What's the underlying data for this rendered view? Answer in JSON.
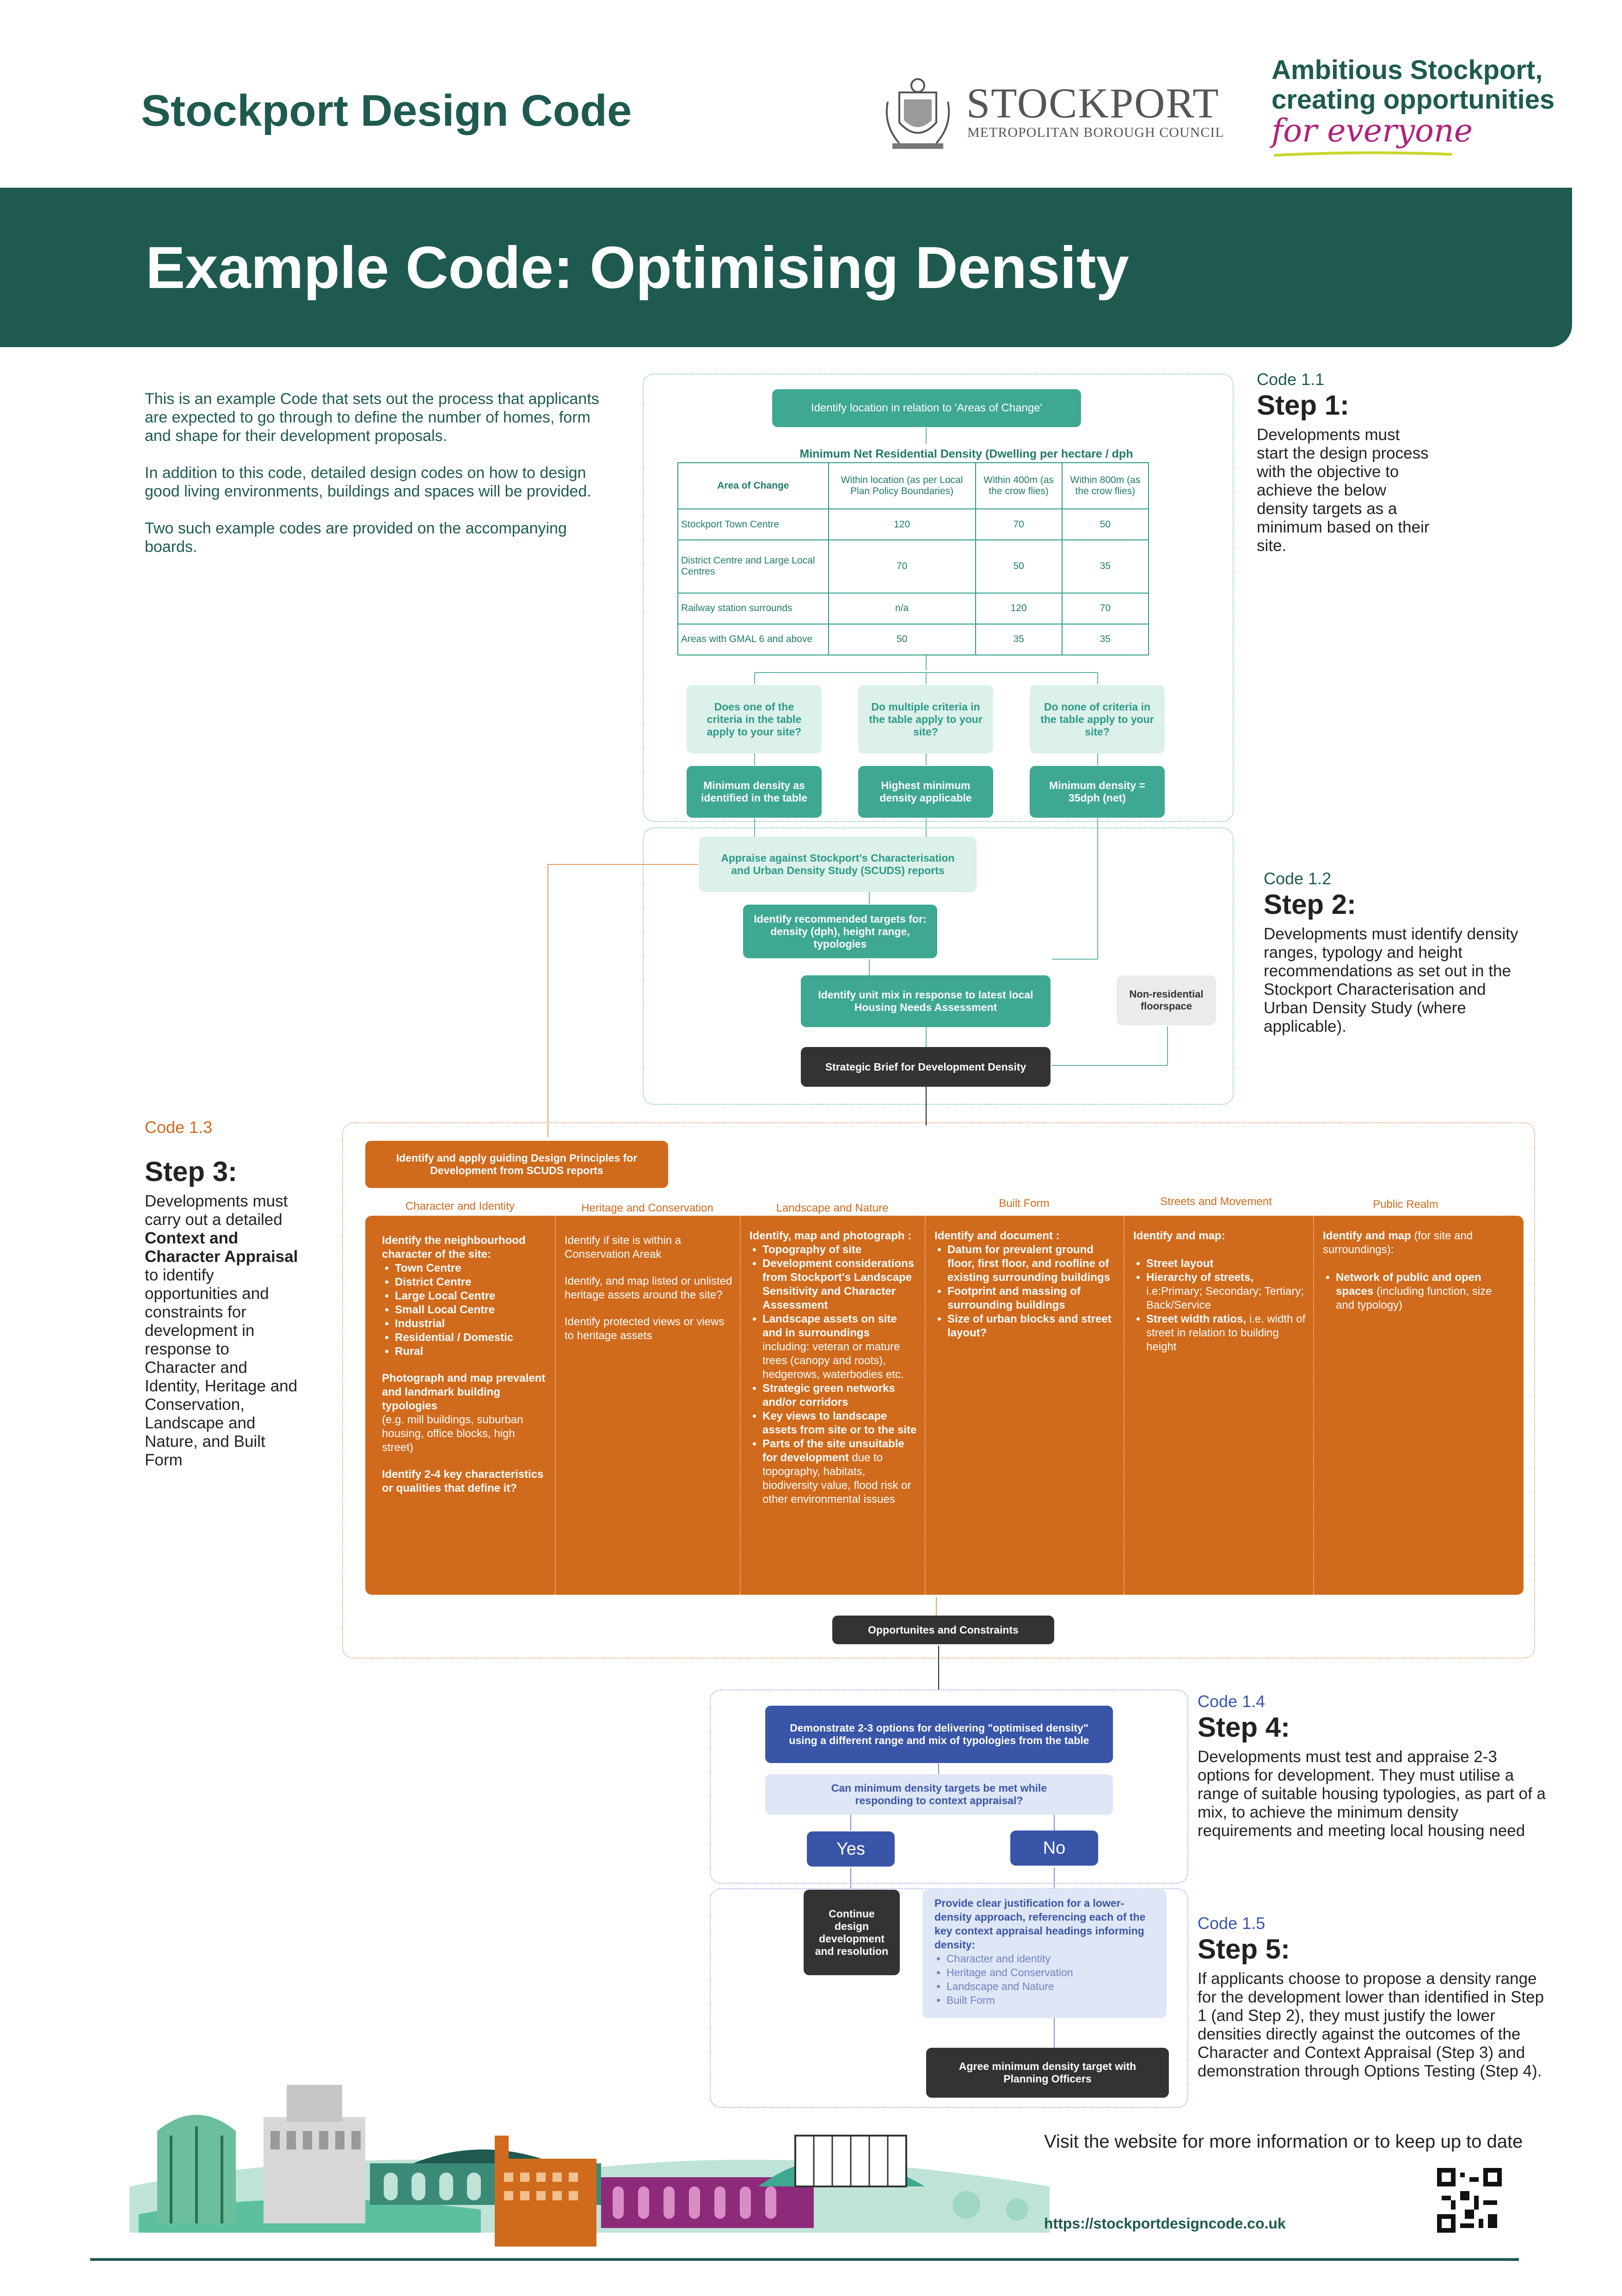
{
  "header": {
    "title": "Stockport Design Code",
    "council_name": "STOCKPORT",
    "council_sub": "METROPOLITAN BOROUGH COUNCIL",
    "slogan_line1": "Ambitious Stockport,",
    "slogan_line2": "creating opportunities",
    "slogan_line3": "for everyone"
  },
  "banner": {
    "title": "Example Code: Optimising Density"
  },
  "intro": {
    "p1": "This is an example Code that sets out the process that applicants are expected to go through to define the number of homes, form and shape for their development proposals.",
    "p2": "In addition to this code, detailed design codes on how to design good living environments, buildings and spaces will be provided.",
    "p3": "Two such example codes are provided on the accompanying boards."
  },
  "steps": {
    "s1": {
      "code": "Code 1.1",
      "title": "Step 1:",
      "body": "Developments must start the design process with the objective to achieve the below density targets as a minimum based on their site."
    },
    "s2": {
      "code": "Code 1.2",
      "title": "Step 2:",
      "body": "Developments must identify density ranges, typology and height recommendations as set out in the Stockport Characterisation and Urban Density Study (where applicable)."
    },
    "s3": {
      "code": "Code 1.3",
      "title": "Step 3:",
      "body_pre": "Developments must carry out a detailed ",
      "body_bold": "Context and Character Appraisal",
      "body_post": " to identify opportunities and constraints for development in response to Character and Identity, Heritage and Conservation, Landscape and Nature, and Built Form"
    },
    "s4": {
      "code": "Code 1.4",
      "title": "Step 4:",
      "body": "Developments must test and appraise 2-3 options for development. They must utilise a range of suitable housing typologies, as part of a mix, to achieve the minimum density requirements and meeting local housing need"
    },
    "s5": {
      "code": "Code 1.5",
      "title": "Step 5:",
      "body": "If applicants choose to propose a density range for the development lower than identified in Step 1 (and Step 2), they must justify the lower densities directly against the outcomes of the Character and Context Appraisal (Step 3) and demonstration through Options Testing (Step 4)."
    }
  },
  "flow1": {
    "identify": "Identify location in relation to 'Areas of Change'",
    "table_title": "Minimum Net Residential Density (Dwelling per hectare / dph",
    "table_headers": [
      "Area of Change",
      "Within location (as per Local Plan Policy Boundaries)",
      "Within 400m (as the crow flies)",
      "Within 800m (as the crow flies)"
    ],
    "table_rows": [
      [
        "Stockport Town Centre",
        "120",
        "70",
        "50"
      ],
      [
        "District Centre and Large Local Centres",
        "70",
        "50",
        "35"
      ],
      [
        "Railway station surrounds",
        "n/a",
        "120",
        "70"
      ],
      [
        "Areas with GMAL 6 and above",
        "50",
        "35",
        "35"
      ]
    ],
    "q1": "Does one of the criteria in the table apply to your site?",
    "q2": "Do multiple criteria in the table apply to your site?",
    "q3": "Do none of criteria in the table apply to your site?",
    "a1": "Minimum density as identified in the table",
    "a2": "Highest minimum density applicable",
    "a3": "Minimum density = 35dph (net)"
  },
  "flow2": {
    "appraise": "Appraise against Stockport's Characterisation and Urban Density Study (SCUDS) reports",
    "targets": "Identify recommended targets for: density (dph), height range, typologies",
    "unitmix": "Identify unit mix in response to latest local Housing Needs Assessment",
    "nonres": "Non-residential floorspace",
    "brief": "Strategic Brief for Development Density"
  },
  "flow3": {
    "principles": "Identify and apply guiding Design Principles for Development from SCUDS reports",
    "headers": [
      "Character and Identity",
      "Heritage and Conservation",
      "Landscape and Nature",
      "Built Form",
      "Streets and Movement",
      "Public Realm"
    ],
    "c1_intro": "Identify the neighbourhood character of the site:",
    "c1_items": [
      "Town Centre",
      "District Centre",
      "Large Local Centre",
      "Small Local Centre",
      "Industrial",
      "Residential / Domestic",
      "Rural"
    ],
    "c1_p2": "Photograph and map prevalent and landmark building typologies",
    "c1_p2_note": "(e.g. mill buildings, suburban housing, office blocks, high street)",
    "c1_p3": "Identify 2-4 key characteristics or qualities that define it?",
    "c2_p1": "Identify if site is within a Conservation Areak",
    "c2_p2": "Identify, and map listed or unlisted heritage assets around the site?",
    "c2_p3": "Identify protected views or views to heritage assets",
    "c3_intro": "Identify, map and photograph :",
    "c3_i1": "Topography of site",
    "c3_i2": "Development considerations from Stockport's Landscape Sensitivity and Character Assessment",
    "c3_i3": "Landscape assets on site and in surroundings",
    "c3_i3_note": "including: veteran or mature trees (canopy and roots), hedgerows, waterbodies etc.",
    "c3_i4": "Strategic green networks and/or corridors",
    "c3_i5": "Key views to landscape assets from site or to the site",
    "c3_i6": "Parts of the site unsuitable for development",
    "c3_i6_note": "due to topography, habitats, biodiversity value, flood risk or other environmental issues",
    "c4_intro": "Identify and document :",
    "c4_items": [
      "Datum for prevalent ground floor, first floor, and roofline of existing surrounding buildings",
      "Footprint and massing of surrounding buildings",
      "Size of urban blocks and street layout?"
    ],
    "c5_intro": "Identify and map:",
    "c5_i1": "Street layout",
    "c5_i2": "Hierarchy of streets,",
    "c5_i2_note": "i.e:Primary; Secondary; Tertiary; Back/Service",
    "c5_i3": "Street width ratios,",
    "c5_i3_note": "i.e. width of street in relation to building height",
    "c6_intro": "Identify and map",
    "c6_intro_note": "(for site and surroundings):",
    "c6_i1": "Network of public and open spaces",
    "c6_i1_note": "(including function, size and typology)",
    "opps": "Opportunites and Constraints"
  },
  "flow4": {
    "demo": "Demonstrate 2-3 options for delivering \"optimised density\" using a different range and mix of typologies from the table",
    "question": "Can minimum density targets be met while responding to context appraisal?",
    "yes": "Yes",
    "no": "No",
    "continue": "Continue design development and resolution",
    "justify": "Provide clear justification for a lower-density approach, referencing each of the key context appraisal headings informing density:",
    "justify_items": [
      "Character and identity",
      "Heritage and Conservation",
      "Landscape and Nature",
      "Built Form"
    ],
    "agree": "Agree minimum density target with Planning Officers"
  },
  "footer": {
    "visit": "Visit the website for more information or to keep up to date",
    "url": "https://stockportdesigncode.co.uk"
  },
  "colors": {
    "teal_dark": "#1e5a50",
    "teal": "#3ea892",
    "teal_light": "#dcf1ea",
    "orange": "#d06a1c",
    "blue": "#3955a8",
    "blue_light": "#dfe6f5",
    "dark": "#333333",
    "magenta": "#b0217a"
  }
}
